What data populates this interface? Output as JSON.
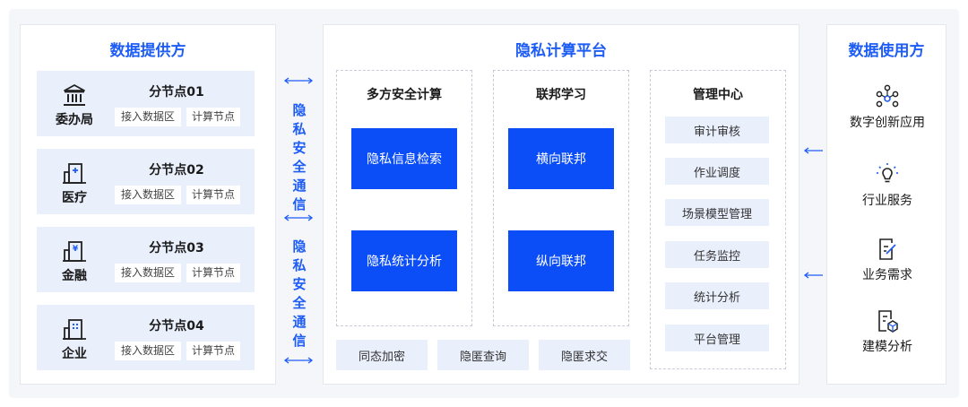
{
  "colors": {
    "accent": "#1d5cf5",
    "box_blue": "#0b4ef8",
    "tile_bg": "#eaeffc",
    "frame_bg": "#f4f6f9"
  },
  "left": {
    "title": "数据提供方",
    "nodes": [
      {
        "name": "分节点01",
        "type": "委办局",
        "icon": "government-building-icon",
        "tags": [
          "接入数据区",
          "计算节点"
        ]
      },
      {
        "name": "分节点02",
        "type": "医疗",
        "icon": "hospital-icon",
        "tags": [
          "接入数据区",
          "计算节点"
        ]
      },
      {
        "name": "分节点03",
        "type": "金融",
        "icon": "bank-icon",
        "tags": [
          "接入数据区",
          "计算节点"
        ]
      },
      {
        "name": "分节点04",
        "type": "企业",
        "icon": "office-building-icon",
        "tags": [
          "接入数据区",
          "计算节点"
        ]
      }
    ]
  },
  "channel": {
    "label_chars_1": [
      "隐",
      "私",
      "安",
      "全",
      "通",
      "信"
    ],
    "label_chars_2": [
      "隐",
      "私",
      "安",
      "全",
      "通",
      "信"
    ]
  },
  "center": {
    "title": "隐私计算平台",
    "mpc": {
      "title": "多方安全计算",
      "items": [
        "隐私信息检索",
        "隐私统计分析"
      ]
    },
    "fl": {
      "title": "联邦学习",
      "items": [
        "横向联邦",
        "纵向联邦"
      ]
    },
    "mgmt": {
      "title": "管理中心",
      "items": [
        "审计审核",
        "作业调度",
        "场景模型管理",
        "任务监控",
        "统计分析",
        "平台管理"
      ]
    },
    "bottom": [
      "同态加密",
      "隐匿查询",
      "隐匿求交"
    ]
  },
  "right": {
    "title": "数据使用方",
    "items": [
      {
        "label": "数字创新应用",
        "icon": "network-nodes-icon"
      },
      {
        "label": "行业服务",
        "icon": "lightbulb-icon"
      },
      {
        "label": "业务需求",
        "icon": "document-edit-icon"
      },
      {
        "label": "建模分析",
        "icon": "model-document-icon"
      }
    ]
  }
}
